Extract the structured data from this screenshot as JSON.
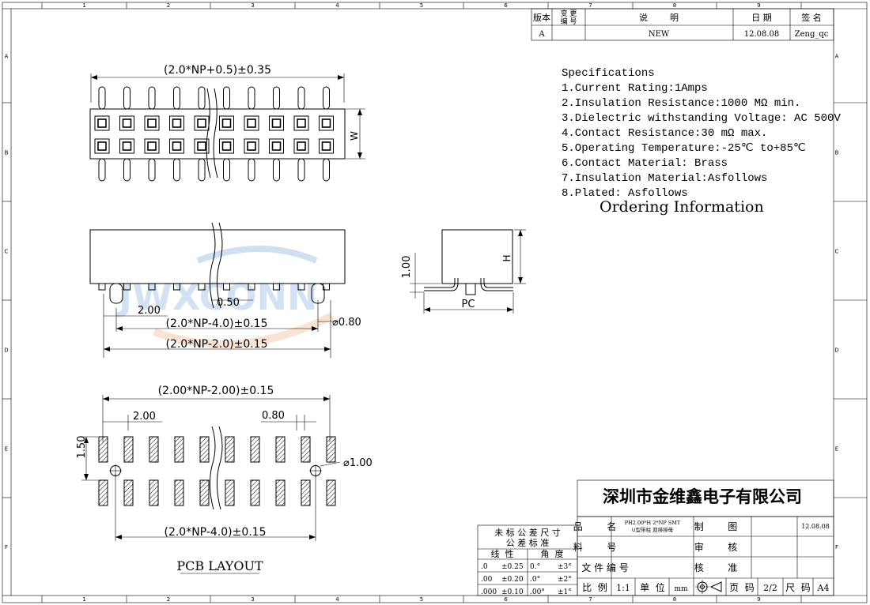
{
  "grid": {
    "top_numbers": [
      "1",
      "2",
      "3",
      "4",
      "5",
      "6",
      "7",
      "8",
      "9"
    ],
    "side_letters": [
      "A",
      "B",
      "C",
      "D",
      "E",
      "F"
    ]
  },
  "revision": {
    "headers": {
      "version": "版本",
      "change_1": "变 更",
      "change_2": "编 号",
      "desc": "说        明",
      "date": "日 期",
      "sign": "签 名"
    },
    "row": {
      "version": "A",
      "desc": "NEW",
      "date": "12.08.08",
      "sign": "Zeng_qc"
    }
  },
  "specs": {
    "title": "Specifications",
    "items": [
      "1.Current Rating:1Amps",
      "2.Insulation Resistance:1000 MΩ min.",
      "3.Dielectric withstanding Voltage: AC 500V",
      "4.Contact Resistance:30 mΩ max.",
      "5.Operating Temperature:-25℃ to+85℃",
      "6.Contact Material:  Brass",
      "7.Insulation Material:Asfollows",
      "8.Plated: Asfollows"
    ],
    "ordering": "Ordering Information"
  },
  "dims": {
    "top_width": "(2.0*NP+0.5)±0.35",
    "w": "W",
    "h": "H",
    "side_100": "1.00",
    "pc": "PC",
    "d050": "0.50",
    "d200": "2.00",
    "d080": "⌀0.80",
    "np4": "(2.0*NP-4.0)±0.15",
    "np2": "(2.0*NP-2.0)±0.15",
    "pcb_np2": "(2.00*NP-2.00)±0.15",
    "pcb_200": "2.00",
    "pcb_080": "0.80",
    "pcb_150": "1.50",
    "pcb_100": "⌀1.00",
    "pcb_np4": "(2.0*NP-4.0)±0.15",
    "pcb_label": "PCB LAYOUT"
  },
  "watermark": {
    "logo": "JWXCONN"
  },
  "titleblock": {
    "company": "深圳市金维鑫电子有限公司",
    "tol_title": "未 标 公 差 尺 寸",
    "tol_sub": "公 差 标 准",
    "tol_linear": "线  性",
    "tol_angle": "角  度",
    "tol_rows": [
      {
        "a": ".0",
        "b": "±0.25",
        "c": "0.°",
        "d": "±3°"
      },
      {
        "a": ".00",
        "b": "±0.20",
        "c": ".0°",
        "d": "±2°"
      },
      {
        "a": ".000",
        "b": "±0.10",
        "c": ".00°",
        "d": "±1°"
      }
    ],
    "part_name_label": "品        名",
    "part_name_1": "PH2.00*H 2*NP SMT",
    "part_name_2": "U型带柱 双排排母",
    "part_no_label": "料        号",
    "doc_no_label": "文 件 编 号",
    "scale_label": "比  例",
    "scale": "1:1",
    "unit_label": "单  位",
    "unit": "mm",
    "draw_label": "制        图",
    "draw_date": "12.08.08",
    "check_label": "审        核",
    "approve_label": "核        准",
    "page_label": "页  码",
    "page": "2/2",
    "size_label": "尺  码",
    "size": "A4"
  }
}
